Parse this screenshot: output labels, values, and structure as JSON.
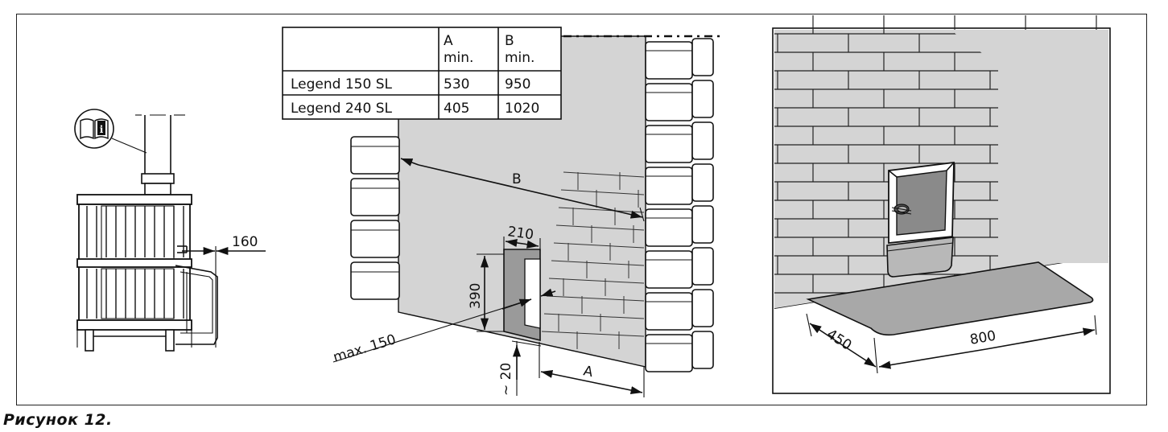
{
  "caption": "Рисунок 12.",
  "heater_view": {
    "dimension_label": "160",
    "icon": "manual-info-icon"
  },
  "clearance_table": {
    "headers": [
      {
        "name": "A",
        "sub": "min."
      },
      {
        "name": "B",
        "sub": "min."
      }
    ],
    "rows": [
      {
        "model": "Legend 150 SL",
        "a": "530",
        "b": "950"
      },
      {
        "model": "Legend 240 SL",
        "a": "405",
        "b": "1020"
      }
    ]
  },
  "wall_view": {
    "label_b": "B",
    "label_a": "A",
    "label_210": "210",
    "label_390": "390",
    "label_max150": "max. 150",
    "label_20": "~ 20"
  },
  "floor_view": {
    "label_450": "450",
    "label_800": "800"
  }
}
